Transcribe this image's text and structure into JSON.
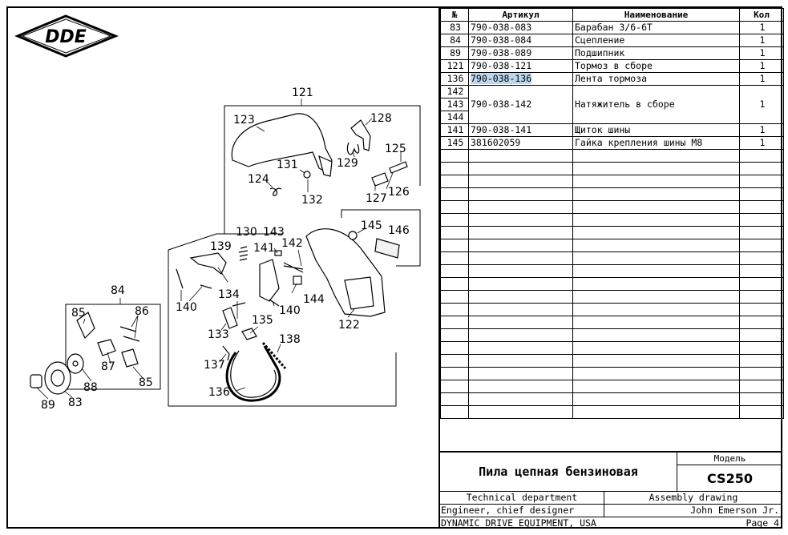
{
  "logo": {
    "text": "DDE"
  },
  "diagram_labels": [
    "121",
    "123",
    "128",
    "125",
    "131",
    "129",
    "124",
    "132",
    "127",
    "126",
    "145",
    "146",
    "130",
    "143",
    "142",
    "139",
    "141",
    "144",
    "140",
    "140",
    "122",
    "134",
    "84",
    "85",
    "86",
    "87",
    "88",
    "89",
    "83",
    "85",
    "133",
    "135",
    "138",
    "137",
    "136"
  ],
  "table": {
    "headers": {
      "num": "№",
      "article": "Артикул",
      "name": "Наименование",
      "qty": "Кол"
    },
    "rows": [
      {
        "num": "83",
        "article": "790-038-083",
        "name": "Барабан 3/6-6T",
        "qty": "1"
      },
      {
        "num": "84",
        "article": "790-038-084",
        "name": "Сцепление",
        "qty": "1"
      },
      {
        "num": "89",
        "article": "790-038-089",
        "name": "Подшипник",
        "qty": "1"
      },
      {
        "num": "121",
        "article": "790-038-121",
        "name": "Тормоз в сборе",
        "qty": "1"
      },
      {
        "num": "136",
        "article": "790-038-136",
        "name": "Лента тормоза",
        "qty": "1"
      },
      {
        "num": "142",
        "article": "",
        "name": "",
        "qty": ""
      },
      {
        "num": "143",
        "article": "790-038-142",
        "name": "Натяжитель в сборе",
        "qty": "1"
      },
      {
        "num": "144",
        "article": "",
        "name": "",
        "qty": ""
      },
      {
        "num": "141",
        "article": "790-038-141",
        "name": "Щиток шины",
        "qty": "1"
      },
      {
        "num": "145",
        "article": "381602059",
        "name": "Гайка крепления шины М8",
        "qty": "1"
      }
    ]
  },
  "title_block": {
    "product": "Пила цепная бензиновая",
    "model_label": "Модель",
    "model": "CS250",
    "department": "Technical department",
    "drawing_type": "Assembly drawing",
    "role": "Engineer, chief designer",
    "person": "John Emerson Jr.",
    "company": "DYNAMIC DRIVE EQUIPMENT, USA",
    "page": "Page 4"
  }
}
